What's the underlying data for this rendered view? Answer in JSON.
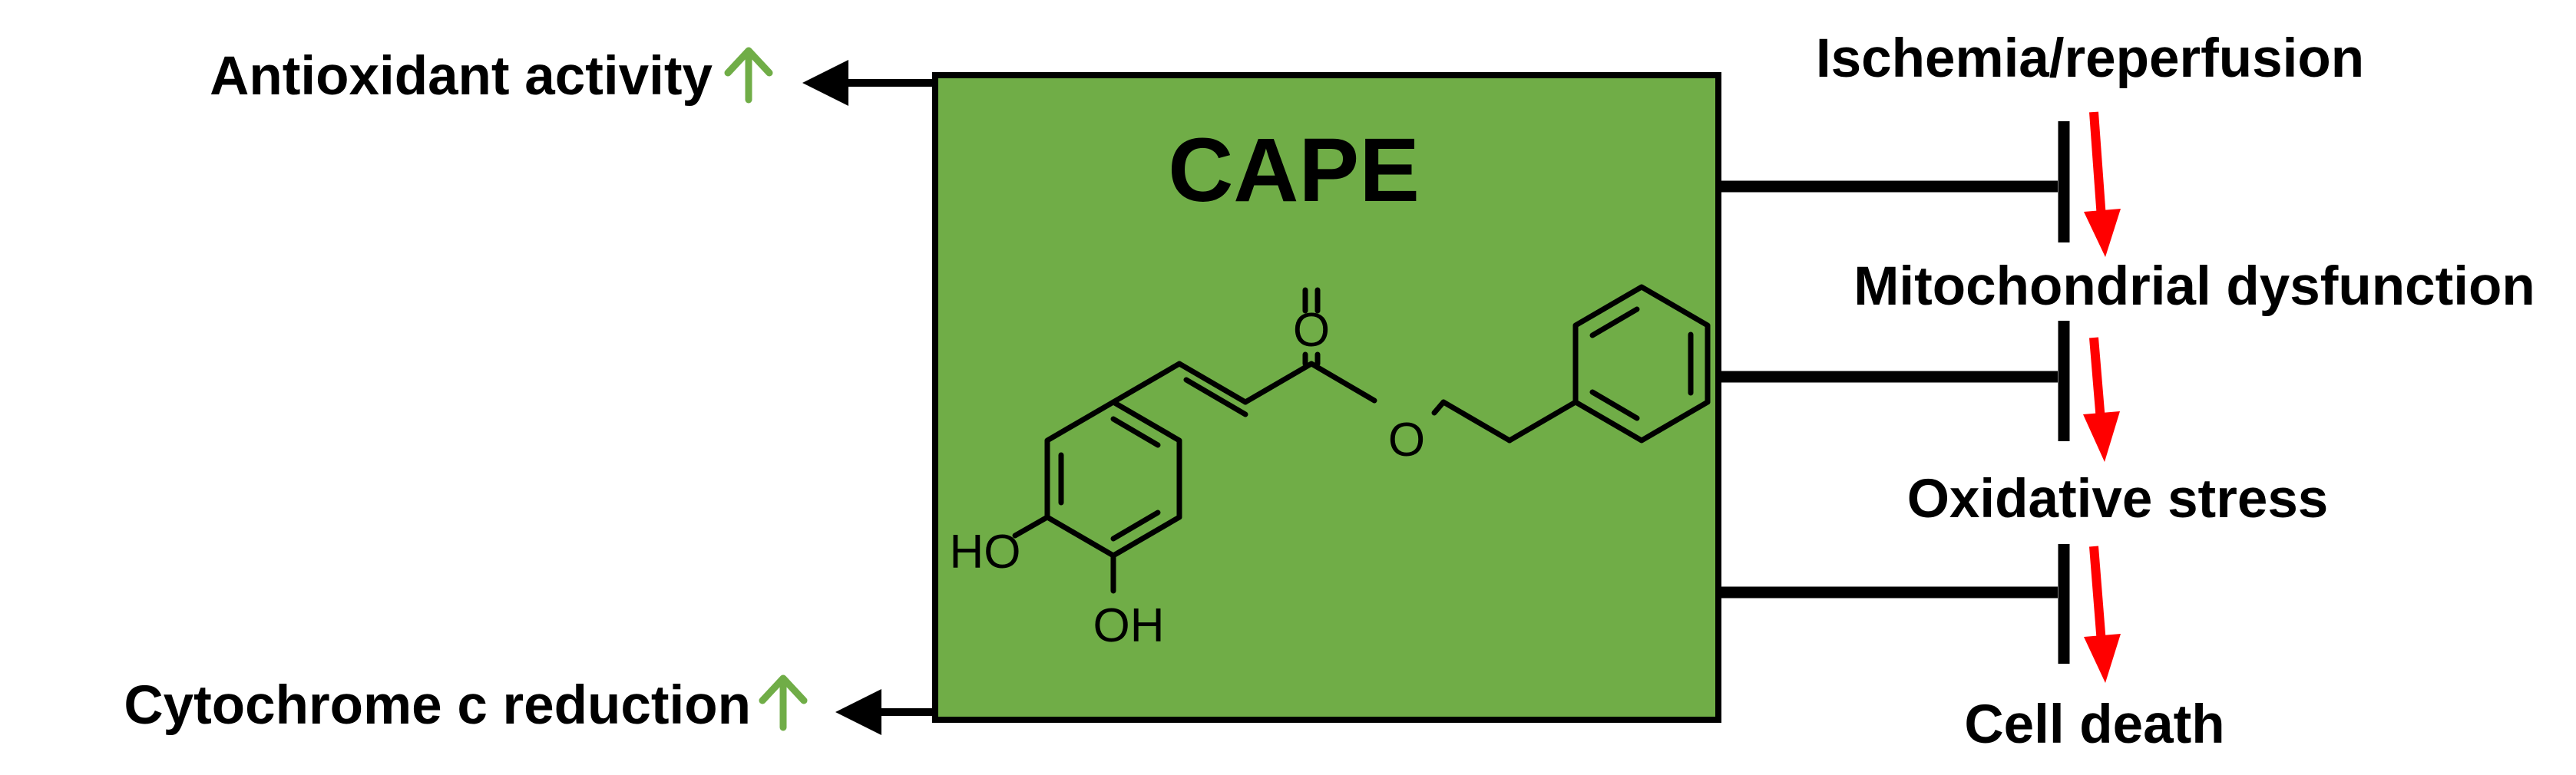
{
  "compound": {
    "name": "CAPE",
    "box_color": "#70AD47",
    "atom_labels": {
      "carbonyl_oxygen": "O",
      "ester_oxygen": "O",
      "hydroxyl_top": "HO",
      "hydroxyl_bottom": "OH"
    }
  },
  "effects": [
    {
      "label": "Antioxidant activity",
      "arrow_color": "#70AD47",
      "arrow_icon": "up-arrow-icon"
    },
    {
      "label": "Cytochrome c reduction",
      "arrow_color": "#70AD47",
      "arrow_icon": "up-arrow-icon"
    }
  ],
  "cascade": {
    "steps": [
      "Ischemia/reperfusion",
      "Mitochondrial dysfunction",
      "Oxidative stress",
      "Cell death"
    ],
    "arrow_color": "#FF0000",
    "inhibitor_color": "#000000"
  }
}
